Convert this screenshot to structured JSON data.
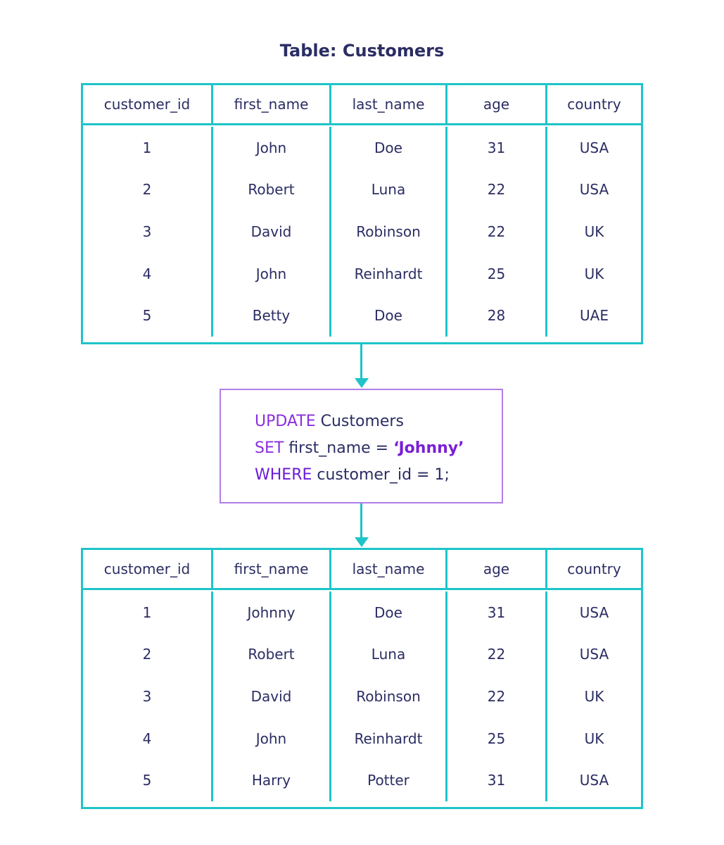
{
  "title": "Table: Customers",
  "columns": [
    "customer_id",
    "first_name",
    "last_name",
    "age",
    "country"
  ],
  "before": {
    "rows": [
      [
        "1",
        "John",
        "Doe",
        "31",
        "USA"
      ],
      [
        "2",
        "Robert",
        "Luna",
        "22",
        "USA"
      ],
      [
        "3",
        "David",
        "Robinson",
        "22",
        "UK"
      ],
      [
        "4",
        "John",
        "Reinhardt",
        "25",
        "UK"
      ],
      [
        "5",
        "Betty",
        "Doe",
        "28",
        "UAE"
      ]
    ]
  },
  "sql": {
    "line1": {
      "keyword": "UPDATE",
      "rest": " Customers"
    },
    "line2": {
      "keyword": "SET",
      "rest": " first_name = ",
      "value": "‘Johnny’"
    },
    "line3": {
      "keyword": "WHERE",
      "rest": " customer_id = 1;"
    }
  },
  "after": {
    "rows": [
      [
        "1",
        "Johnny",
        "Doe",
        "31",
        "USA"
      ],
      [
        "2",
        "Robert",
        "Luna",
        "22",
        "USA"
      ],
      [
        "3",
        "David",
        "Robinson",
        "22",
        "UK"
      ],
      [
        "4",
        "John",
        "Reinhardt",
        "25",
        "UK"
      ],
      [
        "5",
        "Harry",
        "Potter",
        "31",
        "USA"
      ]
    ]
  },
  "colors": {
    "table_border": "#1ec4c9",
    "text": "#2b2d63",
    "sql_border": "#b17de8",
    "keyword": "#8b2fe0"
  }
}
